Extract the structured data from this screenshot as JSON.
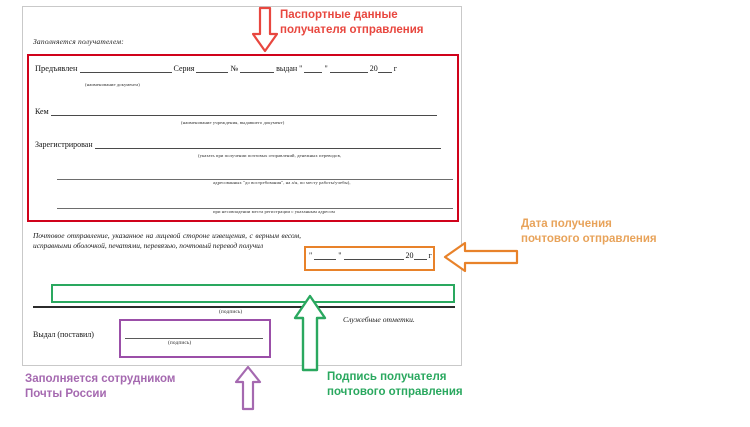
{
  "form": {
    "filled_by_recipient_label": "Заполняется получателем:",
    "passport_block": {
      "presented_label": "Предъявлен",
      "series_label": "Серия",
      "number_label": "№",
      "issued_label": "выдан",
      "quote_open": "\"",
      "quote_close": "\"",
      "year_prefix": "20",
      "year_suffix": "г",
      "doc_name_caption": "(наименование документа)",
      "by_whom_label": "Кем",
      "institution_caption": "(наименование учреждения, выдавшего документ)",
      "registered_label": "Зарегистрирован",
      "registered_caption_1": "(указать при получении почтовых отправлений, денежных переводов,",
      "registered_caption_2": "адресованных \"до востребования\", на а/я, по месту работы/учебы),",
      "registered_caption_3": "при несовпадении места регистрации с указанным адресом"
    },
    "declaration_text": "Почтовое отправление, указанное на лицевой стороне извещения, с верным весом, исправными оболочкой, печатями, перевязью, почтовый перевод получил",
    "date_block": {
      "quote_open": "\"",
      "quote_close": "\"",
      "year_prefix": "20",
      "year_suffix": "г"
    },
    "signature_caption": "(подпись)",
    "service_marks_label": "Служебные отметки.",
    "issued_by_label": "Выдал (поставил)",
    "issued_by_caption": "(подпись)"
  },
  "annotations": {
    "passport": {
      "line1": "Паспортные данные",
      "line2": "получателя отправления",
      "color": "#e8473f",
      "arrow": "arrow-down"
    },
    "date": {
      "line1": "Дата получения",
      "line2": "почтового отправления",
      "color": "#e8a35a",
      "arrow": "arrow-left"
    },
    "signature": {
      "line1": "Подпись получателя",
      "line2": "почтового отправления",
      "color": "#2aa85f",
      "arrow": "arrow-up"
    },
    "staff": {
      "line1": "Заполняется сотрудником",
      "line2": "Почты России",
      "color": "#a569b0",
      "arrow": "arrow-up"
    }
  },
  "highlight_colors": {
    "passport_box": "#d0021b",
    "date_box": "#e8822a",
    "signature_box": "#2aa85f",
    "issued_box": "#9b4fa8"
  }
}
